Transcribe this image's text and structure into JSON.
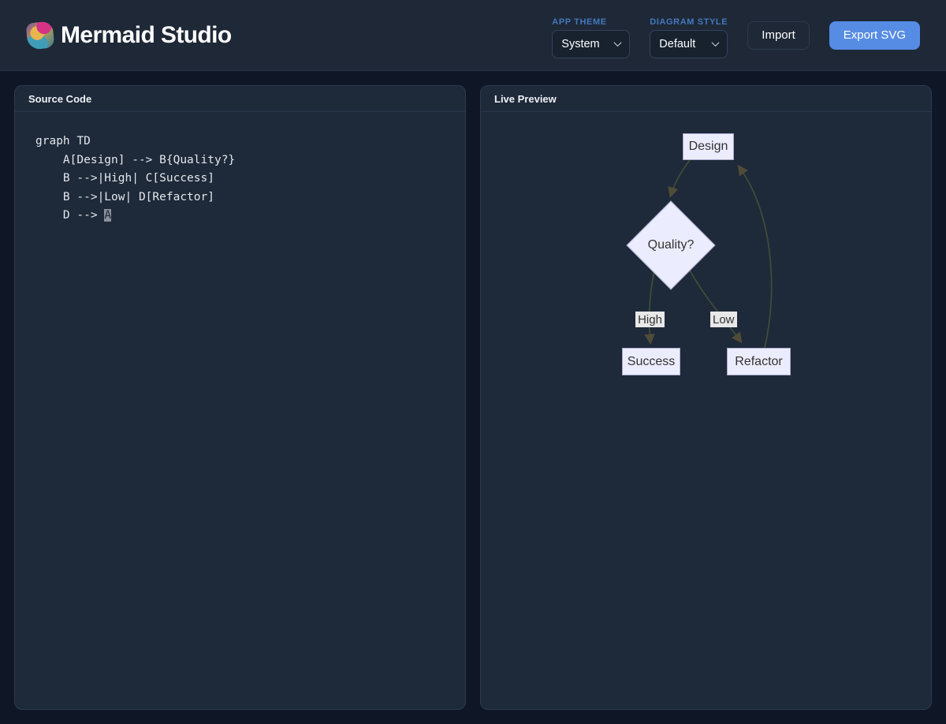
{
  "header": {
    "title": "Mermaid Studio",
    "logo_icon": "mermaid-emoji",
    "app_theme": {
      "label": "APP THEME",
      "value": "System"
    },
    "diagram_style": {
      "label": "DIAGRAM STYLE",
      "value": "Default"
    },
    "import_label": "Import",
    "export_label": "Export SVG"
  },
  "colors": {
    "accent_blue": "#578ce4",
    "label_blue": "#4478bd",
    "page_bg": "#0f1726",
    "header_bg": "#1e2837",
    "panel_bg": "#1e2939",
    "node_fill": "#ececff",
    "node_border": "#a9a9cf",
    "node_text": "#333333",
    "edge_stroke": "#414b3a",
    "edge_label_bg": "#e8e8e8"
  },
  "source_panel": {
    "title": "Source Code",
    "code_lines": [
      "graph TD",
      "    A[Design] --> B{Quality?}",
      "    B -->|High| C[Success]",
      "    B -->|Low| D[Refactor]",
      "    D --> A"
    ],
    "cursor_on_last_char": true
  },
  "preview_panel": {
    "title": "Live Preview",
    "diagram": {
      "type": "flowchart-top-down",
      "nodes": {
        "design": "Design",
        "quality": "Quality?",
        "success": "Success",
        "refactor": "Refactor"
      },
      "edge_labels": {
        "high": "High",
        "low": "Low"
      },
      "edges": [
        "Design -> Quality?",
        "Quality? -High-> Success",
        "Quality? -Low-> Refactor",
        "Refactor -> Design"
      ]
    }
  }
}
